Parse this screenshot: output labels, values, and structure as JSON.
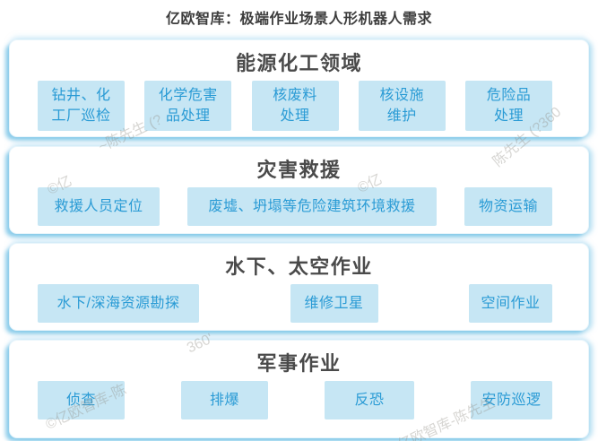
{
  "title": "亿欧智库：极端作业场景人形机器人需求",
  "sections": [
    {
      "header": "能源化工领域",
      "items": [
        "钻井、化\n工厂巡检",
        "化学危害\n品处理",
        "核废料\n处理",
        "核设施\n维护",
        "危险品\n处理"
      ]
    },
    {
      "header": "灾害救援",
      "items": [
        "救援人员定位",
        "废墟、坍塌等危险建筑环境救援",
        "物资运输"
      ]
    },
    {
      "header": "水下、太空作业",
      "items": [
        "水下/深海资源勘探",
        "维修卫星",
        "空间作业"
      ]
    },
    {
      "header": "军事作业",
      "items": [
        "侦查",
        "排爆",
        "反恐",
        "安防巡逻"
      ]
    }
  ],
  "watermarks": [
    {
      "text": "~陈先生 (?"
    },
    {
      "text": "陈先生 (?360"
    },
    {
      "text": "©亿"
    },
    {
      "text": "©亿"
    },
    {
      "text": "360'"
    },
    {
      "text": "©亿欧智库-陈"
    },
    {
      "text": "©亿欧智库-陈先生"
    }
  ],
  "colors": {
    "item_bg": "#c6e6f4",
    "item_text": "#2a9bd5",
    "header_text": "#4a4a4a",
    "section_glow": "#7cc5e8"
  }
}
